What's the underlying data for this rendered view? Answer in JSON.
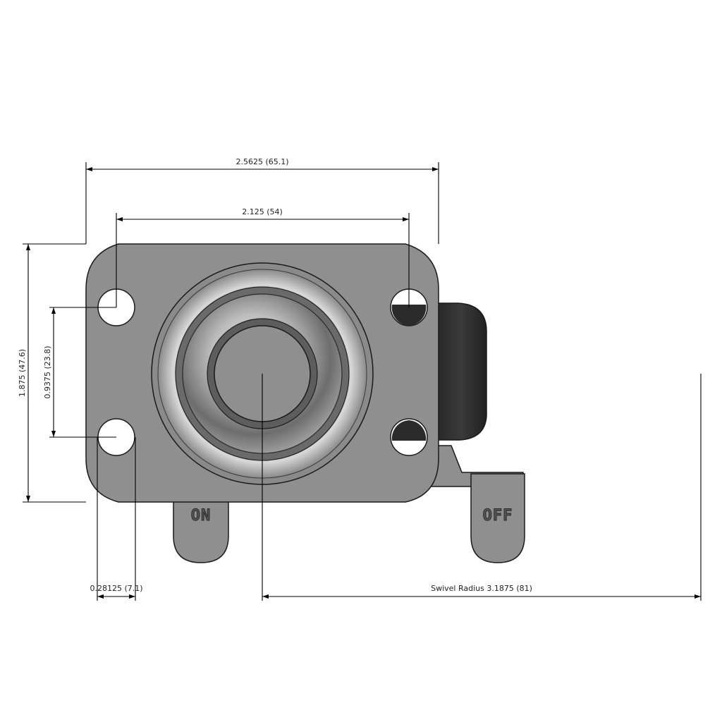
{
  "drawing": {
    "part": "swivel caster top plate with brake",
    "view": "top",
    "colors": {
      "plate": "#8f8f8f",
      "plate_outline": "#1a1a1a",
      "brake_pad": "#2b2b2b",
      "background": "#ffffff",
      "dimension_line": "#000000"
    },
    "brake_labels": {
      "on": "ON",
      "off": "OFF"
    },
    "dimensions": {
      "overall_width": "2.5625 (65.1)",
      "bolt_spacing_width": "2.125 (54)",
      "overall_length": "1.875 (47.6)",
      "bolt_spacing_length": "0.9375 (23.8)",
      "bolt_hole": "0.28125 (7.1)",
      "swivel_radius": "Swivel Radius 3.1875 (81)"
    }
  }
}
